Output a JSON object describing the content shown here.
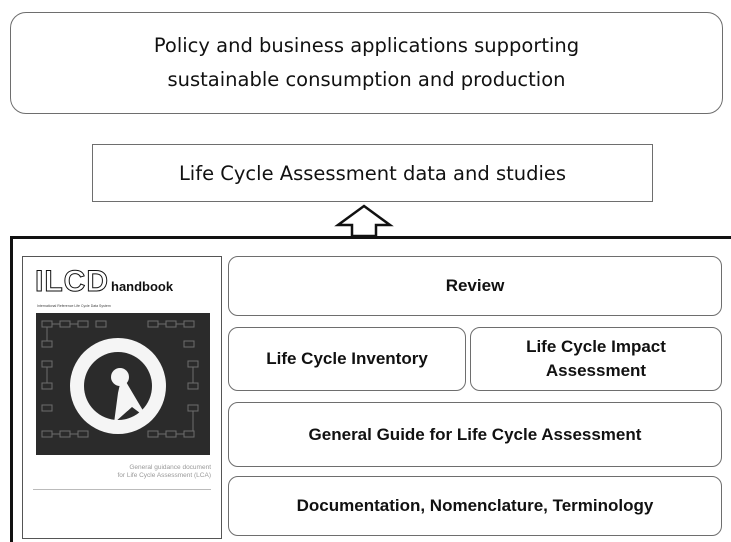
{
  "top_box": {
    "text": "Policy and business applications supporting\nsustainable consumption and production"
  },
  "lca_box": {
    "text": "Life Cycle Assessment data and studies"
  },
  "handbook": {
    "logo_ilcd": "ILCD",
    "logo_suffix": "handbook",
    "subtitle": "International Reference Life Cycle Data System",
    "caption": "General guidance document\nfor Life Cycle Assessment (LCA)"
  },
  "boxes": {
    "review": "Review",
    "inventory": "Life Cycle Inventory",
    "impact": "Life Cycle Impact\nAssessment",
    "guide": "General Guide for Life Cycle Assessment",
    "docs": "Documentation, Nomenclature, Terminology"
  },
  "colors": {
    "border": "#6e6e6e",
    "frame": "#111111",
    "cover_art": "#2b2b2b"
  }
}
